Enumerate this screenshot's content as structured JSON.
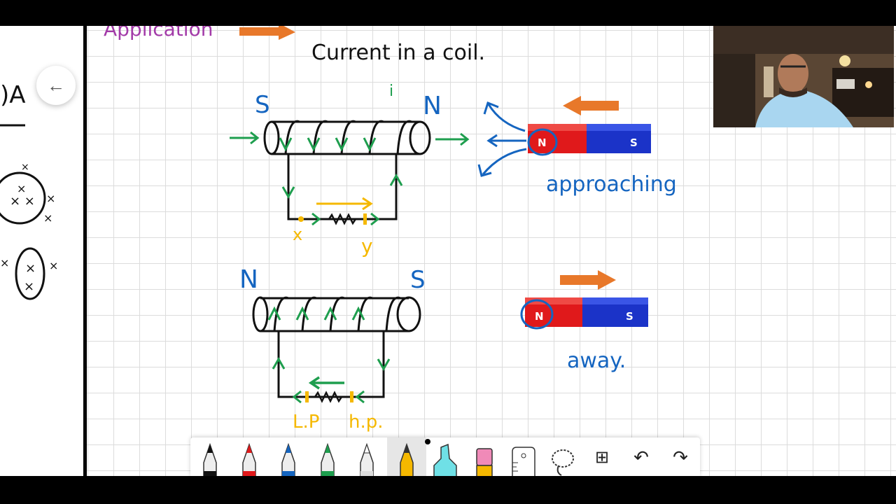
{
  "lesson": {
    "heading_partial": "Application",
    "heading_continuation": "Current in a coil.",
    "scenario_1": {
      "pole_left": "S",
      "pole_right": "N",
      "current_mark": "i",
      "point_x": "x",
      "point_y": "y",
      "magnet_north": "N",
      "magnet_south": "S",
      "motion_label": "approaching"
    },
    "scenario_2": {
      "pole_left": "N",
      "pole_right": "S",
      "low_potential": "L.P",
      "high_potential": "h.p.",
      "magnet_north": "N",
      "magnet_south": "S",
      "motion_label": "away."
    },
    "left_margin_fragment": ")A"
  },
  "colors": {
    "ink_black": "#111111",
    "ink_blue": "#1565c0",
    "ink_green": "#1e9e4e",
    "ink_yellow": "#f5b800",
    "ink_purple": "#a23aa8",
    "arrow_orange": "#e8782a",
    "magnet_red": "#e0191b",
    "magnet_blue": "#1b33c8"
  },
  "toolbar": {
    "tools": [
      {
        "name": "pen-black-icon",
        "color": "#111111"
      },
      {
        "name": "pen-red-icon",
        "color": "#e0191b"
      },
      {
        "name": "pen-blue-icon",
        "color": "#1565c0"
      },
      {
        "name": "pen-green-icon",
        "color": "#1e9e4e"
      },
      {
        "name": "pen-white-icon",
        "color": "#f2f2f2"
      },
      {
        "name": "pencil-yellow-icon",
        "color": "#f5b800"
      },
      {
        "name": "highlighter-icon",
        "color": "#6fe0e6"
      },
      {
        "name": "eraser-icon",
        "color": "#f08ab8"
      },
      {
        "name": "ruler-icon",
        "color": "#ffffff"
      },
      {
        "name": "lasso-icon",
        "color": "#ffffff"
      }
    ],
    "selected_tool": "pencil-yellow-icon",
    "add_glyph": "⊞",
    "undo_glyph": "↶",
    "redo_glyph": "↷"
  },
  "nav": {
    "back_glyph": "←"
  }
}
